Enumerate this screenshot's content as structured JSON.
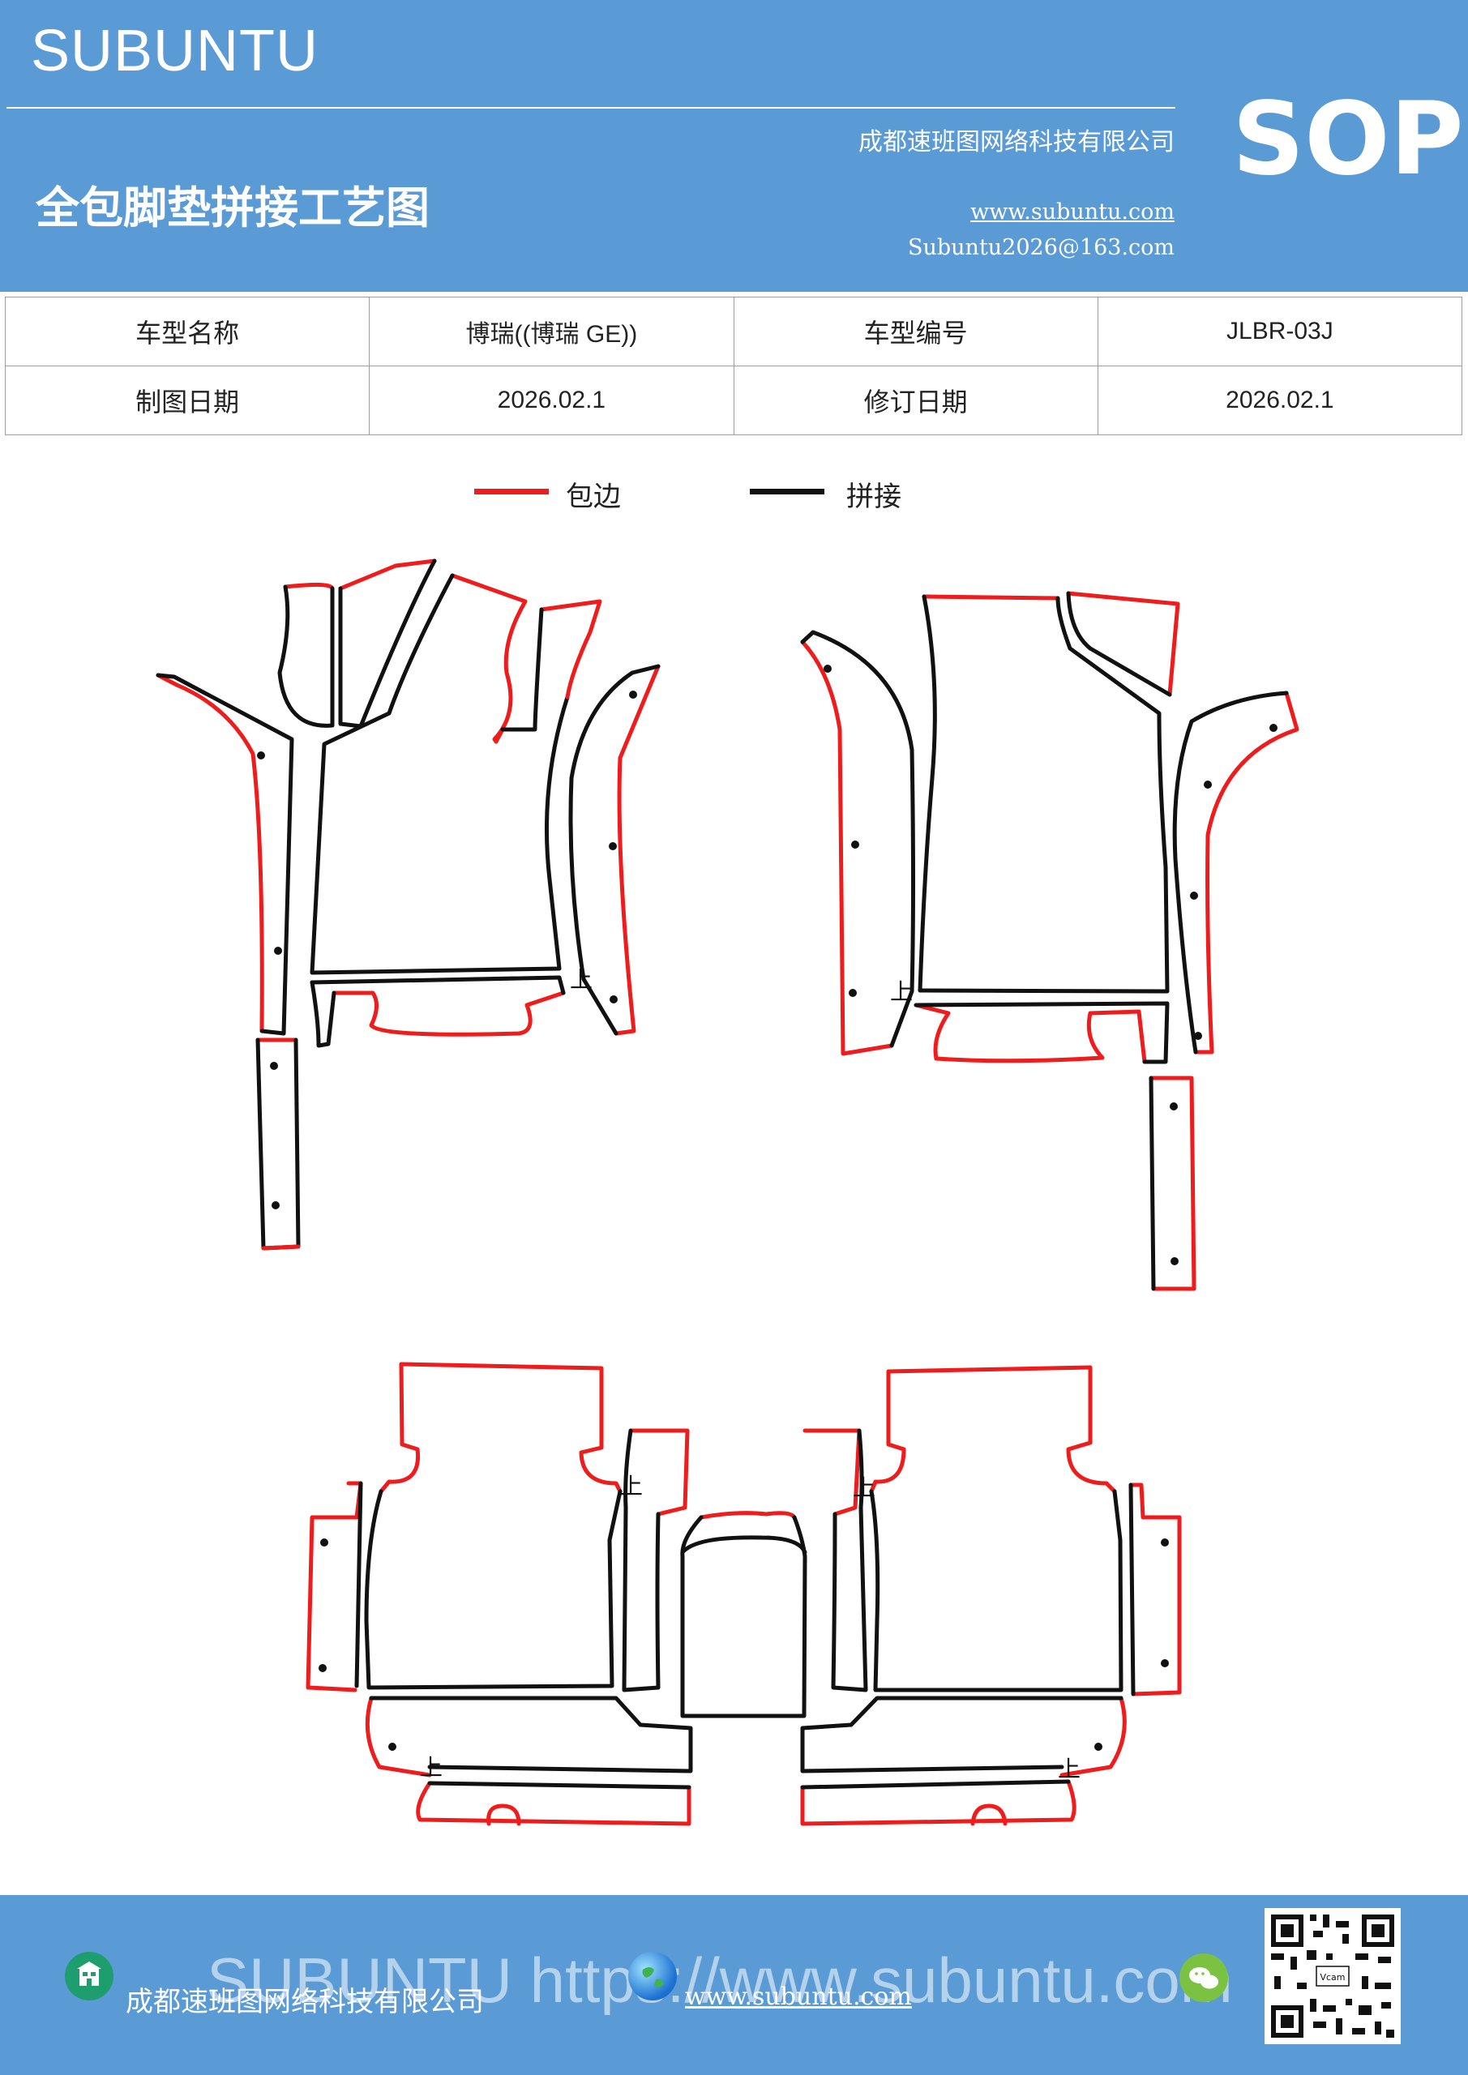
{
  "header": {
    "brand": "SUBUNTU",
    "company": "成都速班图网络科技有限公司",
    "title": "全包脚垫拼接工艺图",
    "website": "www.subuntu.com",
    "email": "Subuntu2026@163.com",
    "badge": "SOP"
  },
  "info": {
    "model_name_label": "车型名称",
    "model_name": "博瑞((博瑞 GE))",
    "model_code_label": "车型编号",
    "model_code": "JLBR-03J",
    "drawing_date_label": "制图日期",
    "drawing_date": "2026.02.1",
    "revision_date_label": "修订日期",
    "revision_date": "2026.02.1"
  },
  "legend": {
    "edging_label": "包边",
    "edging_color": "#ee1c1c",
    "splice_label": "拼接",
    "splice_color": "#111111"
  },
  "diagram": {
    "up_mark": "上"
  },
  "footer": {
    "watermark": "SUBUNTU https://www.subuntu.com",
    "company": "成都速班图网络科技有限公司",
    "website": "www.subuntu.com",
    "qr_caption": "Vcam"
  },
  "colors": {
    "header_bg": "#5b9bd5",
    "border": "#9e9e9e"
  }
}
